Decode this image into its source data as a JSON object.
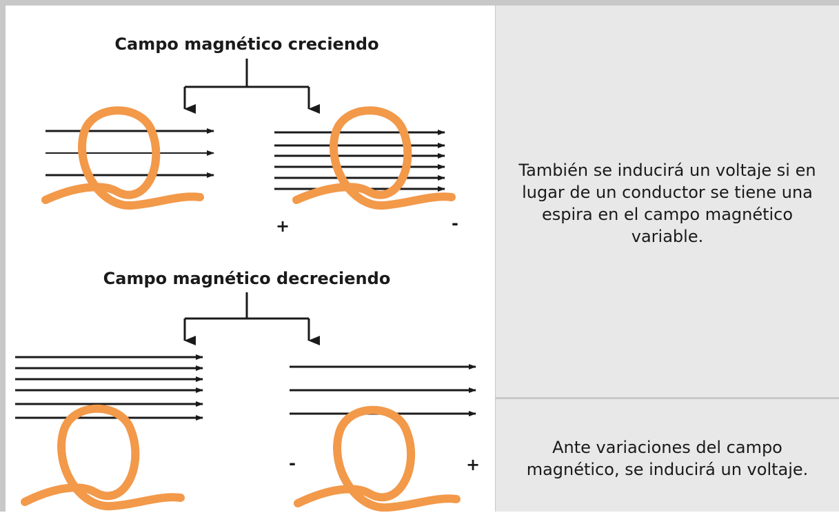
{
  "diagram": {
    "top_title": "Campo magnético creciendo",
    "bottom_title": "Campo magnético decreciendo",
    "top_right_plus": "+",
    "top_right_minus": "-",
    "bottom_right_minus": "-",
    "bottom_right_plus": "+"
  },
  "captions": {
    "loop_caption": "También se inducirá un voltaje si en lugar de un conductor se tiene una espira en el campo magnético variable.",
    "variation_caption": "Ante variaciones del campo magnético, se inducirá un voltaje."
  },
  "colors": {
    "loop": "#f2994a",
    "frame_border": "#c8c8c8",
    "panel_bg": "#e8e8e8",
    "lines": "#1a1a1a"
  }
}
